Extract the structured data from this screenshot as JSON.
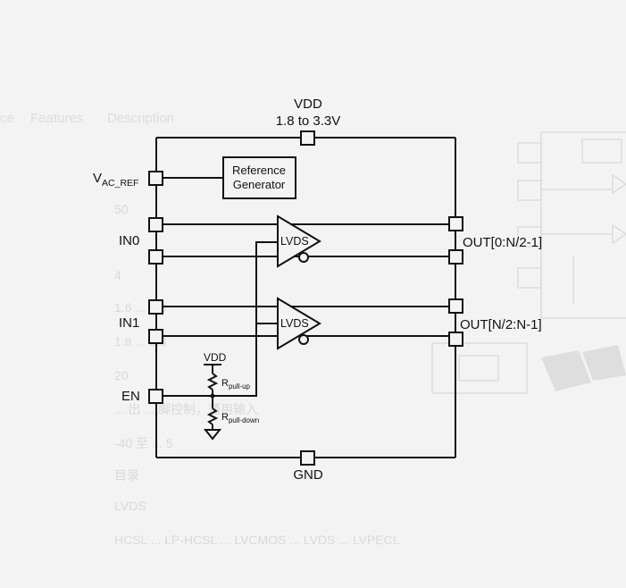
{
  "background_text": {
    "tabs": [
      "ce",
      "Features",
      "Description"
    ],
    "lines": [
      "50",
      "4",
      "1.6 ... 3.3",
      "1.8 ... 3.3",
      "20",
      "... 出 ... 脚控制，通用输入",
      "-40 至 ... 5",
      "目录",
      "LVDS",
      "HCSL ... LP-HCSL ... LVCMOS ... LVDS ... LVPECL"
    ]
  },
  "diagram": {
    "supply_label": "VDD",
    "supply_range": "1.8 to 3.3V",
    "vac_ref_main": "V",
    "vac_ref_sub": "AC_REF",
    "ref_gen_line1": "Reference",
    "ref_gen_line2": "Generator",
    "in0_label": "IN0",
    "in1_label": "IN1",
    "en_label": "EN",
    "buffer0_label": "LVDS",
    "buffer1_label": "LVDS",
    "out0_label": "OUT[0:N/2-1]",
    "out1_label": "OUT[N/2:N-1]",
    "en_vdd_label": "VDD",
    "rpullup_main": "R",
    "rpullup_sub": "pull-up",
    "rpulldown_main": "R",
    "rpulldown_sub": "pull-down",
    "gnd_label": "GND"
  }
}
